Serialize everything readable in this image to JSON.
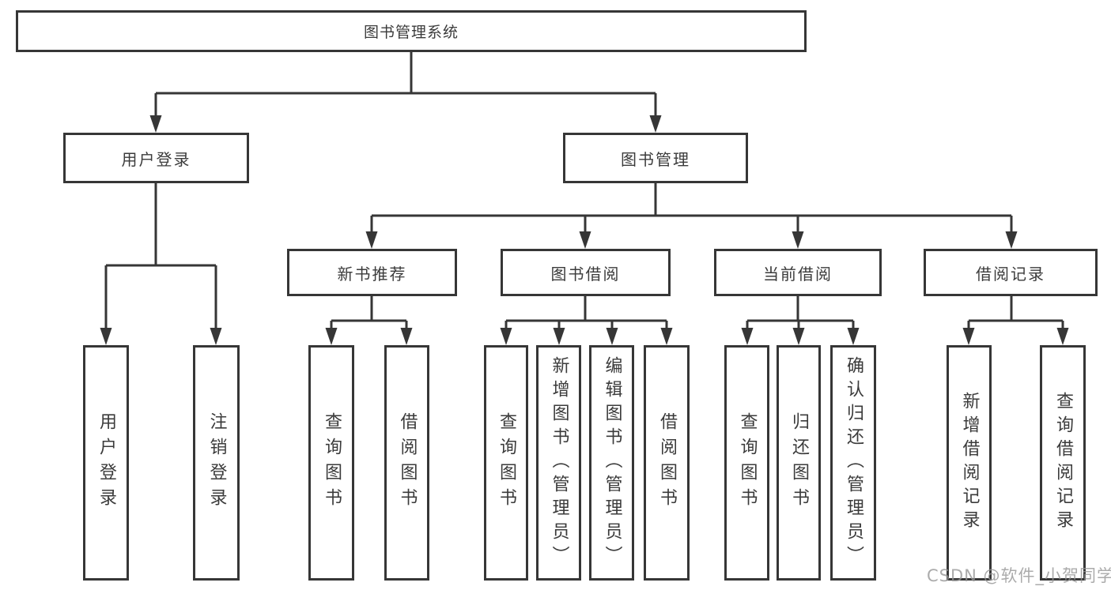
{
  "tree": {
    "label": "图书管理系统",
    "children": [
      {
        "label": "用户登录",
        "children": [
          {
            "label": "用户登录"
          },
          {
            "label": "注销登录"
          }
        ]
      },
      {
        "label": "图书管理",
        "children": [
          {
            "label": "新书推荐",
            "children": [
              {
                "label": "查询图书"
              },
              {
                "label": "借阅图书"
              }
            ]
          },
          {
            "label": "图书借阅",
            "children": [
              {
                "label": "查询图书"
              },
              {
                "label": "新增图书（管理员）"
              },
              {
                "label": "编辑图书（管理员）"
              },
              {
                "label": "借阅图书"
              }
            ]
          },
          {
            "label": "当前借阅",
            "children": [
              {
                "label": "查询图书"
              },
              {
                "label": "归还图书"
              },
              {
                "label": "确认归还（管理员）"
              }
            ]
          },
          {
            "label": "借阅记录",
            "children": [
              {
                "label": "新增借阅记录"
              },
              {
                "label": "查询借阅记录"
              }
            ]
          }
        ]
      }
    ]
  },
  "colors": {
    "line": "#363636",
    "text": "#3b3b3b",
    "watermark": "#999999"
  },
  "watermark": {
    "text": "CSDN @软件_小贺同学"
  }
}
